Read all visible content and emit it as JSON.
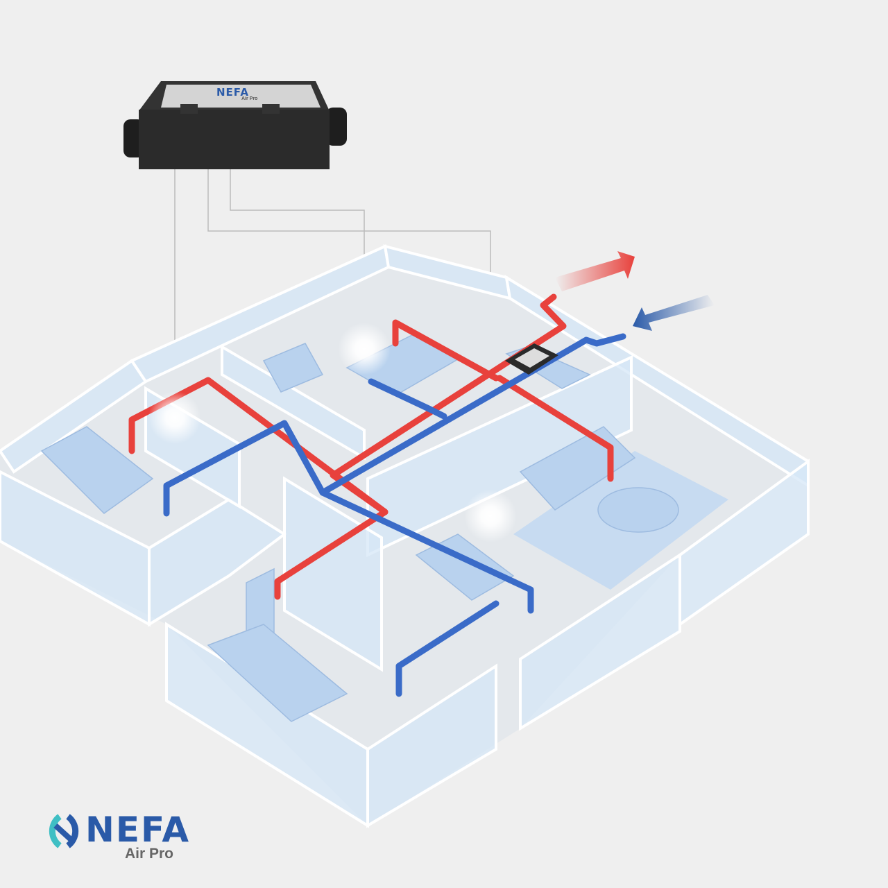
{
  "brand": {
    "name": "NEFA",
    "subtitle": "Air Pro"
  },
  "unit": {
    "name": "NEFA",
    "subtitle": "Air Pro"
  },
  "colors": {
    "supply": "#e8413c",
    "return": "#3a6bc8",
    "wall": "#cfe3f5",
    "background": "#efefef",
    "brand": "#2a5aa8",
    "brand_accent": "#3fbfc4"
  }
}
